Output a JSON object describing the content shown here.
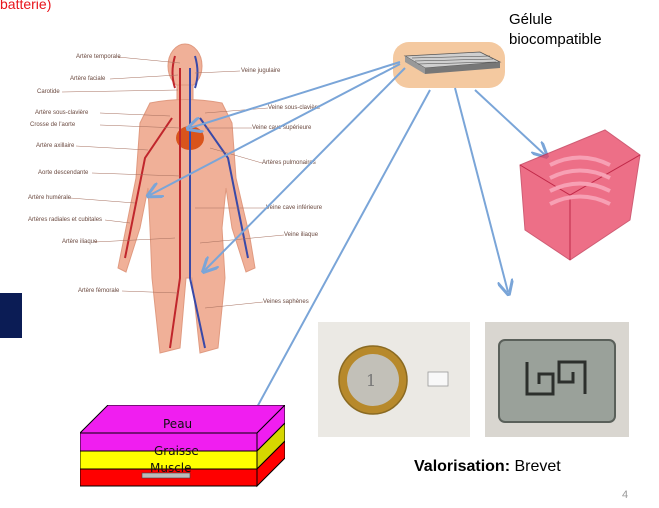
{
  "slide": {
    "top_fragment": "batterie)",
    "page_number": "4"
  },
  "capsule": {
    "label_line1": "Gélule",
    "label_line2": "biocompatible"
  },
  "body_labels": {
    "left": [
      "Artère temporale",
      "Artère faciale",
      "Carotide",
      "Artère sous-clavière",
      "Crosse de l'aorte",
      "Artère axillaire",
      "Aorte descendante",
      "Artère humérale",
      "Artères radiales et cubitales",
      "Artère iliaque",
      "Artère fémorale"
    ],
    "right": [
      "Veine jugulaire",
      "Veine sous-clavière",
      "Veine cave supérieure",
      "Artères pulmonaires",
      "Veine cave inférieure",
      "Veine iliaque",
      "Veines saphènes"
    ]
  },
  "tissue_layers": {
    "peau": "Peau",
    "graisse": "Graisse",
    "muscle": "Muscle"
  },
  "valorisation": {
    "bold": "Valorisation:",
    "rest": " Brevet"
  },
  "colors": {
    "title_red": "#e8141c",
    "arrow_blue": "#7aa5d8",
    "capsule_bg": "#f4c9a0",
    "peau": "#f01ef0",
    "graisse": "#ffff00",
    "muscle": "#ff0000",
    "chip_pink": "#e8405f"
  }
}
